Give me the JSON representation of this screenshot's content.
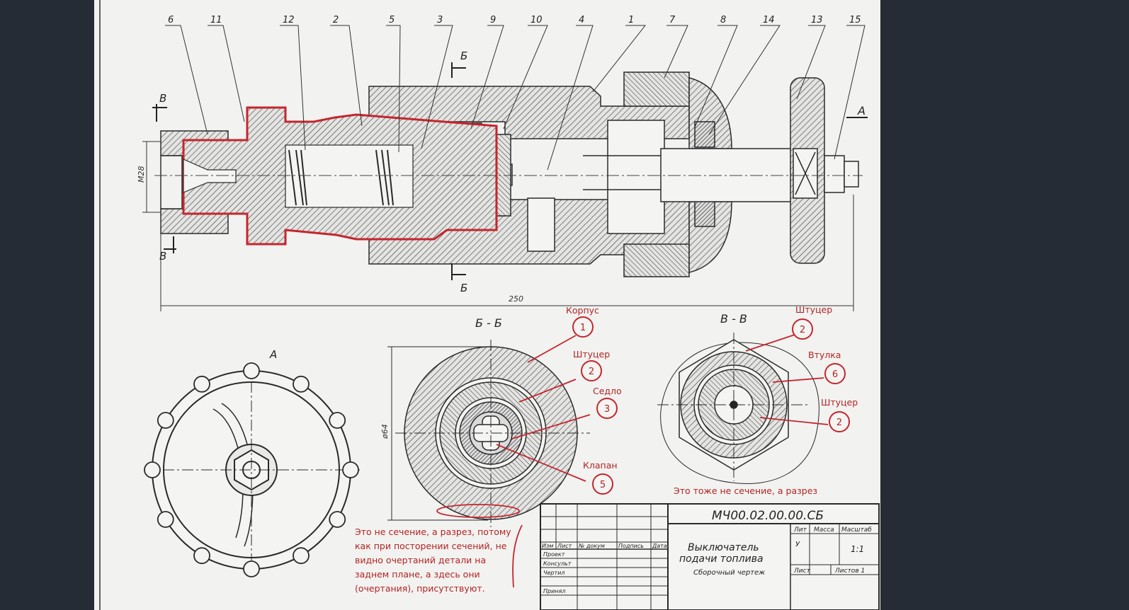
{
  "colors": {
    "background": "#252c35",
    "sheet": "#f2f2f0",
    "ink": "#2a2a2a",
    "accent": "#c4262e"
  },
  "positions": [
    "6",
    "11",
    "12",
    "2",
    "5",
    "3",
    "9",
    "10",
    "4",
    "1",
    "7",
    "8",
    "14",
    "13",
    "15"
  ],
  "view_labels": {
    "B_cut": "Б",
    "V_cut": "В",
    "A_view": "А",
    "A_title": "А",
    "BB_title": "Б - Б",
    "VV_title": "В - В"
  },
  "dims": {
    "m28": "М28",
    "l250": "250",
    "d64": "ø64"
  },
  "callouts": {
    "korpus": {
      "name": "Корпус",
      "num": "1"
    },
    "shtucer_bb": {
      "name": "Штуцер",
      "num": "2"
    },
    "sedlo": {
      "name": "Седло",
      "num": "3"
    },
    "klapan": {
      "name": "Клапан",
      "num": "5"
    },
    "shtucer_vv": {
      "name": "Штуцер",
      "num": "2"
    },
    "vtulka": {
      "name": "Втулка",
      "num": "6"
    },
    "shtucer_vv2": {
      "name": "Штуцер",
      "num": "2"
    }
  },
  "notes": {
    "vv": "Это тоже не сечение, а разрез",
    "bb": [
      "Это не сечение, а разрез, потому",
      "как при посторении сечений, не",
      "видно очертаний детали на",
      "заднем плане, а здесь они",
      "(очертания), присутствуют."
    ]
  },
  "title_block": {
    "code": "МЧ00.02.00.00.СБ",
    "name_line1": "Выключатель",
    "name_line2": "подачи топлива",
    "doc_type": "Сборочный чертеж",
    "col_lit": "Лит",
    "col_massa": "Масса",
    "col_masshtab": "Масштаб",
    "lit_value": "У",
    "scale": "1:1",
    "sheet": "Лист",
    "sheets": "Листов 1",
    "row_headers": [
      "Изм",
      "Лист",
      "№ докум",
      "Подпись",
      "Дата"
    ],
    "roles": [
      "Проект",
      "Консульт",
      "Чертил",
      "Принял"
    ]
  }
}
